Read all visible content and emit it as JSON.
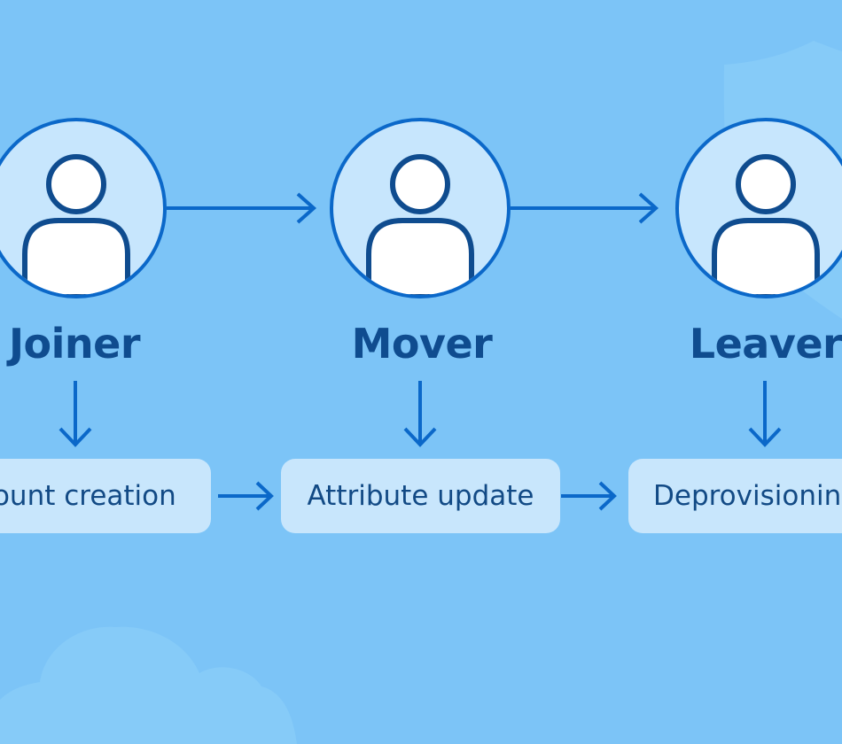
{
  "colors": {
    "background": "#7cc4f7",
    "accent": "#0b68c9",
    "circle_fill": "#c7e6fd",
    "box_fill": "#c8e6fc",
    "label_text": "#0f4c8f"
  },
  "icons": [
    "user-icon",
    "arrow-right-icon",
    "arrow-down-icon",
    "shield-shape",
    "cloud-shape"
  ],
  "roles": [
    {
      "label": "Joiner"
    },
    {
      "label": "Mover"
    },
    {
      "label": "Leaver"
    }
  ],
  "steps": [
    {
      "label": "Account creation"
    },
    {
      "label": "Attribute update"
    },
    {
      "label": "Deprovisioning"
    }
  ]
}
